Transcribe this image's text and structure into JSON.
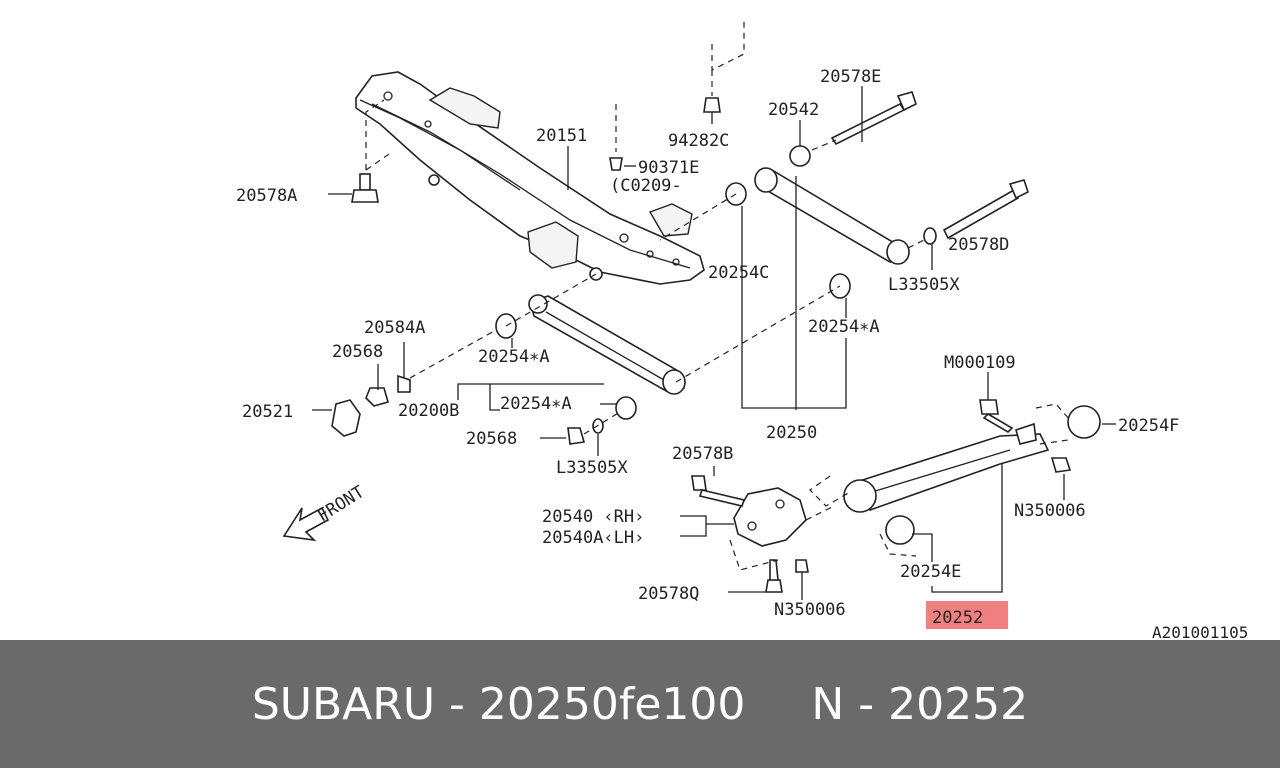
{
  "diagram": {
    "labels": {
      "p20578E": "20578E",
      "p20542": "20542",
      "p94282C": "94282C",
      "p20151": "20151",
      "p90371E": "90371E",
      "pC0209": "(C0209-",
      "p20578A": "20578A",
      "p20254C": "20254C",
      "p20578D": "20578D",
      "pL33505X_1": "L33505X",
      "p20254A_1": "20254∗A",
      "p20584A": "20584A",
      "p20568_1": "20568",
      "p20254A_2": "20254∗A",
      "p20521": "20521",
      "p20200B": "20200B",
      "p20254A_3": "20254∗A",
      "p20250": "20250",
      "pM000109": "M000109",
      "p20254F": "20254F",
      "p20568_2": "20568",
      "pL33505X_2": "L33505X",
      "p20578B": "20578B",
      "pN350006_1": "N350006",
      "p20540": "20540 ‹RH›",
      "p20540A": "20540A‹LH›",
      "p20254E": "20254E",
      "p20578Q": "20578Q",
      "pN350006_2": "N350006",
      "p20252": "20252",
      "front": "FRONT",
      "code": "A201001105"
    },
    "highlight_color": "#f08080"
  },
  "footer": {
    "brand_part": "SUBARU - 20250fe100",
    "number": "N - 20252"
  }
}
